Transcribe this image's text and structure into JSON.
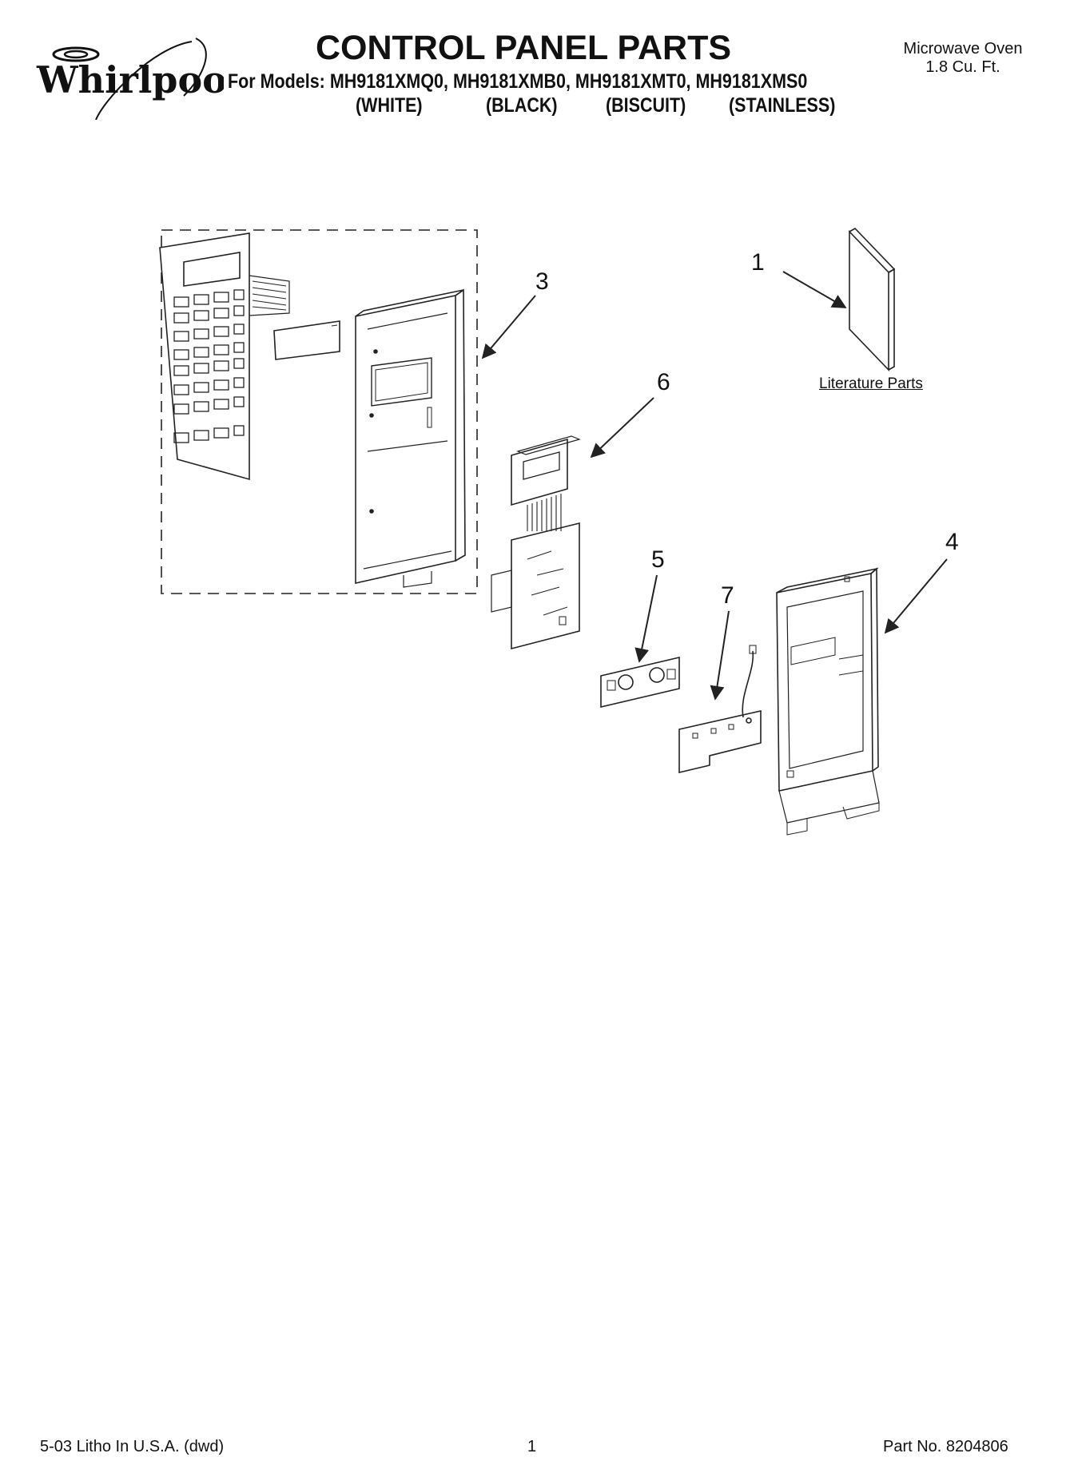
{
  "header": {
    "brand": "Whirlpool",
    "title": "CONTROL PANEL PARTS",
    "models_prefix": "For Models:",
    "models": [
      "MH9181XMQ0,",
      "MH9181XMB0,",
      "MH9181XMT0,",
      "MH9181XMS0"
    ],
    "colors": [
      "(WHITE)",
      "(BLACK)",
      "(BISCUIT)",
      "(STAINLESS)"
    ],
    "product_line1": "Microwave Oven",
    "product_line2": "1.8 Cu. Ft."
  },
  "callouts": [
    "1",
    "3",
    "6",
    "5",
    "7",
    "4"
  ],
  "literature_label": "Literature Parts",
  "footer": {
    "left": "5-03 Litho In U.S.A. (dwd)",
    "page": "1",
    "part_no": "Part No. 8204806"
  }
}
